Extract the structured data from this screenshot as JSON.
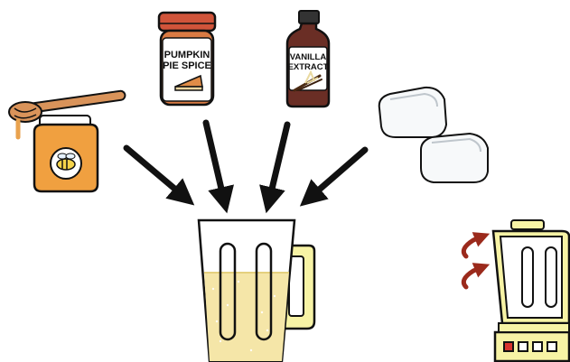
{
  "ingredients": {
    "honey": {
      "icon": "honey-jar-icon"
    },
    "spice": {
      "label_line1": "PUMPKIN",
      "label_line2": "PIE SPICE",
      "icon": "spice-jar-icon"
    },
    "vanilla": {
      "label_line1": "VANILLA",
      "label_line2": "EXTRACT",
      "icon": "vanilla-bottle-icon"
    },
    "ice": {
      "icon": "ice-cubes-icon"
    }
  },
  "mixer": {
    "icon": "blender-icon"
  },
  "colors": {
    "honey": "#F0A040",
    "spice_lid": "#D0543A",
    "spice_label": "#FFFFFF",
    "vanilla_glass": "#6A2E25",
    "drink": "#F5E6A8",
    "pitcher_handle": "#F7F3A5",
    "blender_motion": "#9B2A1C",
    "outline": "#111111"
  }
}
